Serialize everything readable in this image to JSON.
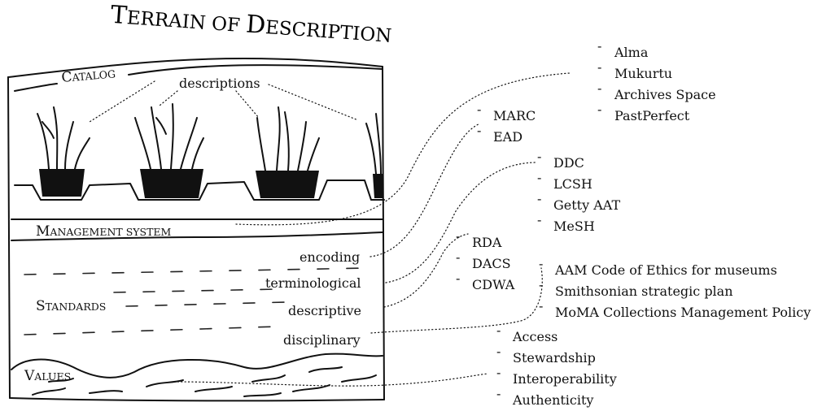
{
  "title": {
    "first_big": "T",
    "first_rest": "ERRAIN OF ",
    "second_big": "D",
    "second_rest": "ESCRIPTION"
  },
  "layers": {
    "catalog": {
      "big": "C",
      "rest": "ATALOG"
    },
    "descriptions": "descriptions",
    "management": {
      "big": "M",
      "rest": "ANAGEMENT SYSTEM"
    },
    "standards": {
      "big": "S",
      "rest": "TANDARDS"
    },
    "values": {
      "big": "V",
      "rest": "ALUES"
    }
  },
  "standard_types": {
    "encoding": "encoding",
    "terminological": "terminological",
    "descriptive": "descriptive",
    "disciplinary": "disciplinary"
  },
  "management_systems": [
    "Alma",
    "Mukurtu",
    "Archives Space",
    "PastPerfect"
  ],
  "encoding_standards": [
    "MARC",
    "EAD"
  ],
  "terminological_standards": [
    "DDC",
    "LCSH",
    "Getty AAT",
    "MeSH"
  ],
  "descriptive_standards": [
    "RDA",
    "DACS",
    "CDWA"
  ],
  "disciplinary_standards": [
    "AAM Code of Ethics for museums",
    "Smithsonian strategic plan",
    "MoMA Collections Management Policy"
  ],
  "values": [
    "Access",
    "Stewardship",
    "Interoperability",
    "Authenticity"
  ],
  "bullet": "-"
}
